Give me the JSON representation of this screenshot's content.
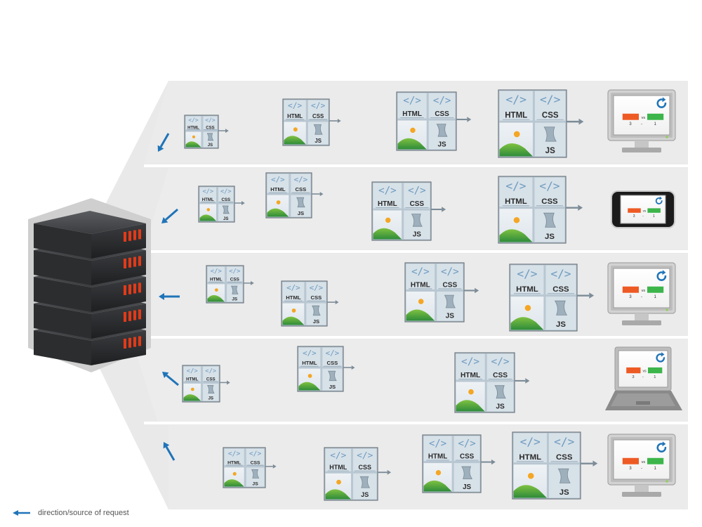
{
  "colors": {
    "request_arrow": "#1f74b8",
    "panel_fill": "#ececec",
    "panel_shadow": "#dcdcdc",
    "tile_fill": "#c6d4de",
    "tile_border": "#7f8890",
    "server_body": "#2f3133",
    "server_lights": "#e23a18",
    "score_left": "#ee5a24",
    "score_right": "#3cb54a",
    "refresh": "#1f74b8"
  },
  "tile_labels": {
    "html": "HTML",
    "css": "CSS",
    "js": "JS",
    "code_glyph": "</>"
  },
  "score_display": {
    "left_value": "3",
    "separator": "-",
    "right_value": "1",
    "vs": "vs"
  },
  "lanes": [
    {
      "device": "desktop-monitor",
      "request_direction": "down-left",
      "tiles": [
        "small",
        "medium",
        "large",
        "xlarge"
      ]
    },
    {
      "device": "smartphone",
      "request_direction": "down-left",
      "tiles": [
        "small",
        "medium",
        "large",
        "xlarge"
      ]
    },
    {
      "device": "desktop-monitor",
      "request_direction": "left",
      "tiles": [
        "small",
        "medium",
        "large",
        "xlarge"
      ]
    },
    {
      "device": "laptop",
      "request_direction": "up-left",
      "tiles": [
        "small",
        "medium",
        "large"
      ]
    },
    {
      "device": "desktop-monitor",
      "request_direction": "up-left",
      "tiles": [
        "small",
        "medium",
        "large",
        "xlarge"
      ]
    }
  ],
  "server": {
    "units": 5,
    "icon": "server-rack-icon"
  },
  "legend": {
    "label": "direction/source of request",
    "icon": "arrow-left-icon"
  }
}
